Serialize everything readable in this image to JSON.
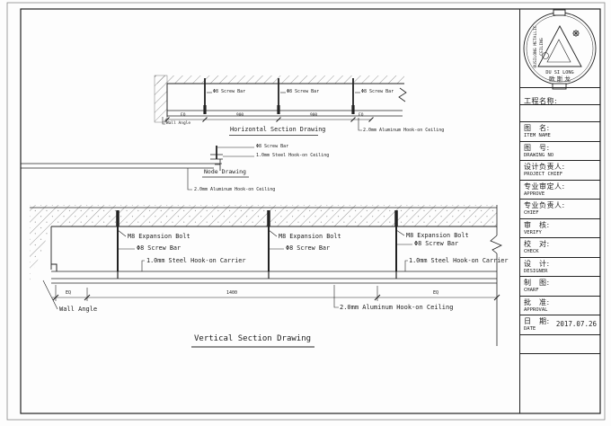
{
  "logo": {
    "ring_line1": "OUSILONG METALLIC",
    "ring_line2": "CEILING",
    "brand_en": "DU SI LONG",
    "brand_cn": "欧 斯 龙"
  },
  "title_block": {
    "project_name_label": "工程名称:",
    "rows": [
      {
        "cn": "图　名:",
        "en": "ITEM NAME",
        "value": ""
      },
      {
        "cn": "图　号:",
        "en": "DRAWING NO",
        "value": ""
      },
      {
        "cn": "设计负责人:",
        "en": "PROJECT CHIEF",
        "value": ""
      },
      {
        "cn": "专业审定人:",
        "en": "APPROVE",
        "value": ""
      },
      {
        "cn": "专业负责人:",
        "en": "CHIEF",
        "value": ""
      },
      {
        "cn": "审　核:",
        "en": "VERIFY",
        "value": ""
      },
      {
        "cn": "校　对:",
        "en": "CHECK",
        "value": ""
      },
      {
        "cn": "设　计:",
        "en": "DESIGNER",
        "value": ""
      },
      {
        "cn": "制　图:",
        "en": "CHARF",
        "value": ""
      },
      {
        "cn": "批　准:",
        "en": "APPROVAL",
        "value": ""
      },
      {
        "cn": "日　期:",
        "en": "DATE",
        "value": "2017.07.26"
      }
    ]
  },
  "horizontal_section": {
    "title": "Horizontal Section Drawing",
    "screw_bar_label": "Φ8 Screw Bar",
    "wall_angle_label": "Wall Angle",
    "aluminum_ceiling_label": "2.0mm Aluminum Hook-on Ceiling",
    "dims": [
      "EQ",
      "900",
      "900",
      "EQ"
    ]
  },
  "node_detail": {
    "title": "Node Drawing",
    "screw_bar_label": "Φ8 Screw Bar",
    "steel_ceiling_label": "1.0mm Steel Hook-on Ceiling",
    "aluminum_ceiling_label": "2.0mm Aluminum Hook-on Ceiling"
  },
  "vertical_section": {
    "title": "Vertical Section Drawing",
    "expansion_bolt_label": "M8 Expansion Bolt",
    "screw_bar_label": "Φ8 Screw Bar",
    "carrier_label": "1.0mm Steel Hook-on Carrier",
    "wall_angle_label": "Wall Angle",
    "aluminum_ceiling_label": "2.0mm Aluminum Hook-on Ceiling",
    "dims": [
      "EQ",
      "1400",
      "EQ"
    ]
  }
}
